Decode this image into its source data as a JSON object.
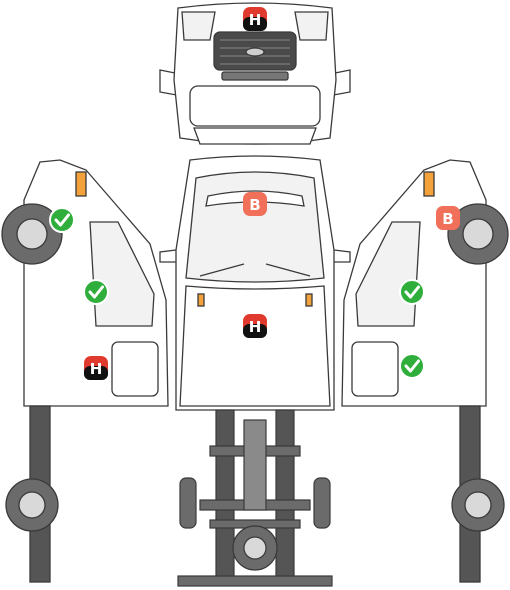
{
  "colors": {
    "h_badge_fill": "#e03a2f",
    "h_badge_inner": "#111111",
    "b_badge_fill": "#f0705a",
    "check_fill": "#2fae3b",
    "line": "#3a3a3a",
    "panel_fill": "#ffffff",
    "chassis_fill": "#555555",
    "tire_fill": "#6b6b6b",
    "rim_fill": "#d9d9d9",
    "glass_fill": "#f2f2f2",
    "amber": "#f3a13b"
  },
  "markers": [
    {
      "kind": "H",
      "label": "H",
      "icon": "h-marker-icon",
      "area": "front-grille"
    },
    {
      "kind": "B",
      "label": "B",
      "icon": "b-marker-icon",
      "area": "roof-center"
    },
    {
      "kind": "H",
      "label": "H",
      "icon": "h-marker-icon",
      "area": "hood-center"
    },
    {
      "kind": "H",
      "label": "H",
      "icon": "h-marker-icon",
      "area": "left-lower-door"
    },
    {
      "kind": "B",
      "label": "B",
      "icon": "b-marker-icon",
      "area": "right-wheel-arch"
    },
    {
      "kind": "check",
      "label": "",
      "icon": "check-marker-icon",
      "area": "left-wheel-arch"
    },
    {
      "kind": "check",
      "label": "",
      "icon": "check-marker-icon",
      "area": "left-window"
    },
    {
      "kind": "check",
      "label": "",
      "icon": "check-marker-icon",
      "area": "right-window"
    },
    {
      "kind": "check",
      "label": "",
      "icon": "check-marker-icon",
      "area": "right-lower-door"
    }
  ]
}
